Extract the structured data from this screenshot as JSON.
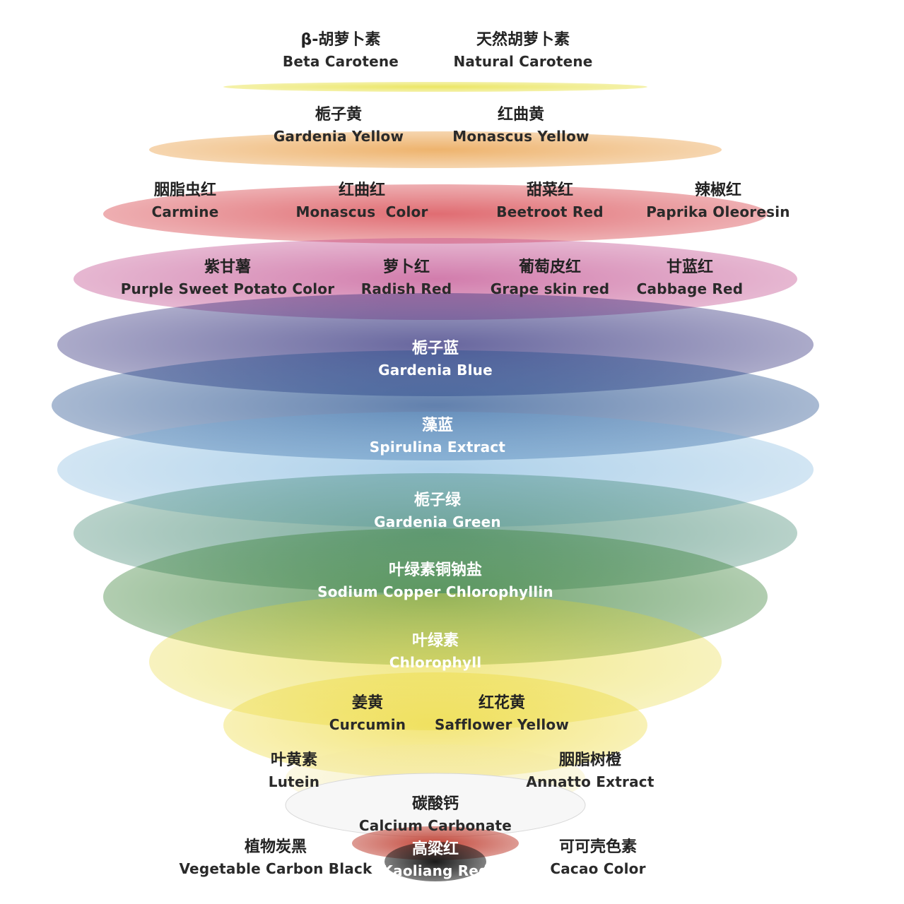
{
  "layers": [
    {
      "id": "carotene",
      "color": "#e8e24a",
      "labels": [
        {
          "cn": "β-胡萝卜素",
          "en": "Beta Carotene"
        },
        {
          "cn": "天然胡萝卜素",
          "en": "Natural Carotene"
        }
      ]
    },
    {
      "id": "yellow-orange",
      "color": "#eba654",
      "labels": [
        {
          "cn": "栀子黄",
          "en": "Gardenia Yellow"
        },
        {
          "cn": "红曲黄",
          "en": "Monascus Yellow"
        }
      ]
    },
    {
      "id": "red",
      "color": "#d8484f",
      "labels": [
        {
          "cn": "胭脂虫红",
          "en": "Carmine"
        },
        {
          "cn": "红曲红",
          "en": "Monascus  Color"
        },
        {
          "cn": "甜菜红",
          "en": "Beetroot Red"
        },
        {
          "cn": "辣椒红",
          "en": "Paprika Oleoresin"
        }
      ]
    },
    {
      "id": "purple",
      "color": "#c04a8c",
      "labels": [
        {
          "cn": "紫甘薯",
          "en": "Purple Sweet Potato Color"
        },
        {
          "cn": "萝卜红",
          "en": "Radish Red"
        },
        {
          "cn": "葡萄皮红",
          "en": "Grape skin red"
        },
        {
          "cn": "甘蓝红",
          "en": "Cabbage Red"
        }
      ]
    },
    {
      "id": "gardenia-blue",
      "color": "#2c2a78",
      "labels": [
        {
          "cn": "栀子蓝",
          "en": "Gardenia Blue"
        }
      ]
    },
    {
      "id": "spirulina",
      "color": "#1e4a8a",
      "labels": [
        {
          "cn": "藻蓝",
          "en": "Spirulina Extract"
        }
      ]
    },
    {
      "id": "light-blue",
      "color": "#6aaad8",
      "labels": []
    },
    {
      "id": "gardenia-green",
      "color": "#2e7a62",
      "labels": [
        {
          "cn": "栀子绿",
          "en": "Gardenia Green"
        }
      ]
    },
    {
      "id": "copper-chlorophyllin",
      "color": "#2f7a2c",
      "labels": [
        {
          "cn": "叶绿素铜钠盐",
          "en": "Sodium Copper Chlorophyllin"
        }
      ]
    },
    {
      "id": "chlorophyll",
      "color": "#e6d62a",
      "labels": [
        {
          "cn": "叶绿素",
          "en": "Chlorophyll"
        }
      ]
    },
    {
      "id": "curcumin",
      "color": "#ecd628",
      "labels": [
        {
          "cn": "姜黄",
          "en": "Curcumin"
        },
        {
          "cn": "红花黄",
          "en": "Safflower Yellow"
        }
      ]
    },
    {
      "id": "lutein-annatto",
      "color": "#f3e8a0",
      "labels": [
        {
          "cn": "叶黄素",
          "en": "Lutein"
        },
        {
          "cn": "胭脂树橙",
          "en": "Annatto Extract"
        }
      ]
    },
    {
      "id": "calcium-carbonate",
      "color": "#ffffff",
      "labels": [
        {
          "cn": "碳酸钙",
          "en": "Calcium Carbonate"
        }
      ]
    },
    {
      "id": "kaoliang-red",
      "color": "#c2473a",
      "labels": [
        {
          "cn": "高粱红",
          "en": "Kaoliang Red"
        }
      ]
    },
    {
      "id": "black",
      "color": "#1a1a1a",
      "labels": [
        {
          "cn": "植物炭黑",
          "en": "Vegetable Carbon Black"
        },
        {
          "cn": "可可壳色素",
          "en": "Cacao Color"
        }
      ]
    }
  ]
}
